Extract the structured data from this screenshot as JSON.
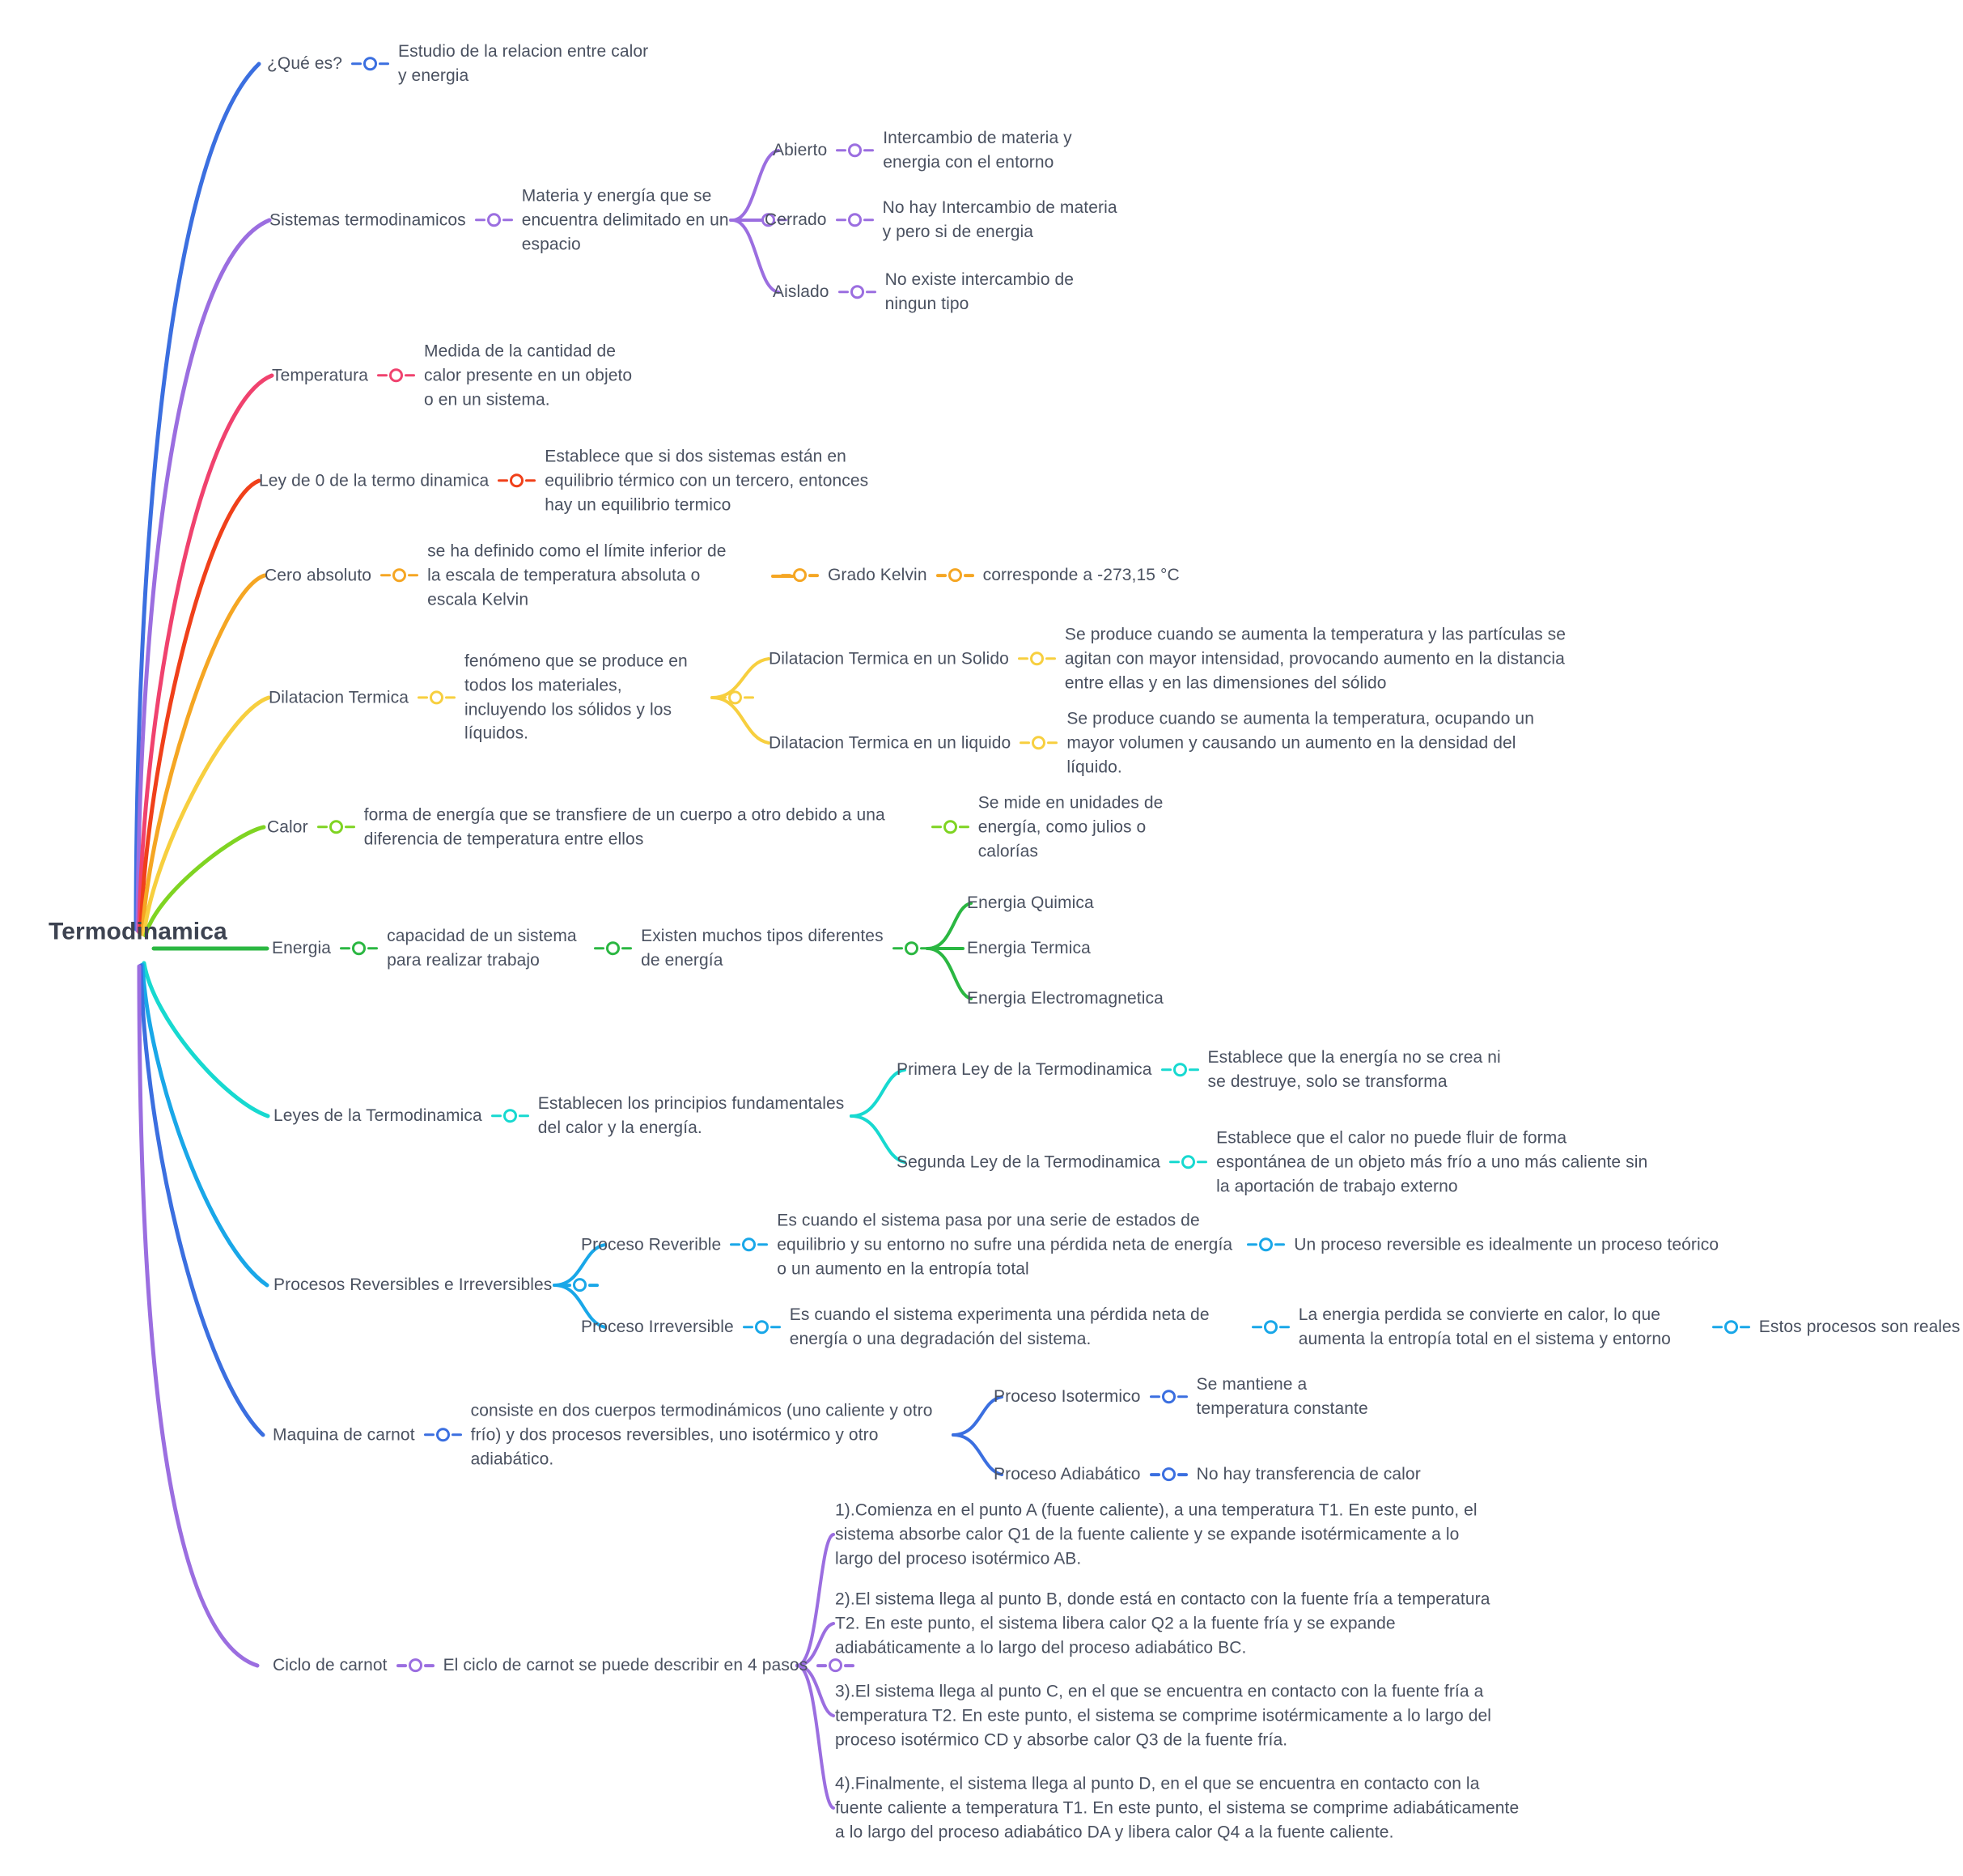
{
  "root": {
    "label": "Termodinamica",
    "color": "#3bb54a"
  },
  "colors": {
    "blue": "#3b6fe0",
    "purple": "#9b6ee0",
    "pink": "#f0426e",
    "red": "#f0401a",
    "orange": "#f5a623",
    "yellow": "#f7cf3f",
    "lightgreen": "#7fd422",
    "green": "#2bb742",
    "teal": "#17d9d0",
    "cyan": "#19a7e8",
    "royal": "#3b6fe0",
    "violet": "#9b6ee0",
    "text": "#4a5160"
  },
  "branches": [
    {
      "id": "que-es",
      "label": "¿Qué es?",
      "color": "#3b6fe0",
      "children": [
        {
          "label": "Estudio de la relacion entre calor y energia"
        }
      ]
    },
    {
      "id": "sistemas",
      "label": "Sistemas termodinamicos",
      "color": "#9b6ee0",
      "children": [
        {
          "label": "Materia y energía que se encuentra delimitado en un espacio",
          "children": [
            {
              "label": "Abierto",
              "children": [
                {
                  "label": "Intercambio de materia y energia con el entorno"
                }
              ]
            },
            {
              "label": "Cerrado",
              "children": [
                {
                  "label": "No hay Intercambio de materia y pero si de energia"
                }
              ]
            },
            {
              "label": "Aislado",
              "children": [
                {
                  "label": "No existe intercambio de ningun tipo"
                }
              ]
            }
          ]
        }
      ]
    },
    {
      "id": "temperatura",
      "label": "Temperatura",
      "color": "#f0426e",
      "children": [
        {
          "label": "Medida de la cantidad de calor presente en un objeto o en un sistema."
        }
      ]
    },
    {
      "id": "ley-cero",
      "label": "Ley de 0 de la termo dinamica",
      "color": "#f0401a",
      "children": [
        {
          "label": "Establece que si dos sistemas están en equilibrio térmico con un tercero, entonces hay un equilibrio termico"
        }
      ]
    },
    {
      "id": "cero-absoluto",
      "label": "Cero absoluto",
      "color": "#f5a623",
      "children": [
        {
          "label": "se ha definido como el límite inferior de la escala de temperatura absoluta o escala Kelvin",
          "children": [
            {
              "label": "Grado Kelvin",
              "children": [
                {
                  "label": "corresponde a -273,15 °C"
                }
              ]
            }
          ]
        }
      ]
    },
    {
      "id": "dilatacion",
      "label": "Dilatacion Termica",
      "color": "#f7cf3f",
      "children": [
        {
          "label": "fenómeno que se produce en todos los materiales, incluyendo los sólidos y los líquidos.",
          "children": [
            {
              "label": "Dilatacion Termica en un Solido",
              "children": [
                {
                  "label": "Se produce cuando se aumenta la temperatura y las partículas se agitan con mayor intensidad, provocando aumento en la distancia entre ellas y  en las dimensiones del sólido"
                }
              ]
            },
            {
              "label": "Dilatacion Termica en un liquido",
              "children": [
                {
                  "label": "Se produce cuando se aumenta la temperatura, ocupando un mayor volumen y causando un aumento en la densidad del líquido."
                }
              ]
            }
          ]
        }
      ]
    },
    {
      "id": "calor",
      "label": "Calor",
      "color": "#7fd422",
      "children": [
        {
          "label": "forma de energía que se transfiere de un cuerpo a otro debido a una diferencia de temperatura entre ellos",
          "children": [
            {
              "label": "Se mide en unidades de energía, como julios o calorías"
            }
          ]
        }
      ]
    },
    {
      "id": "energia",
      "label": "Energia",
      "color": "#2bb742",
      "children": [
        {
          "label": "capacidad de un sistema para realizar trabajo",
          "children": [
            {
              "label": "Existen muchos tipos diferentes de energía",
              "children": [
                {
                  "label": "Energia Quimica"
                },
                {
                  "label": "Energia Termica"
                },
                {
                  "label": "Energia Electromagnetica"
                }
              ]
            }
          ]
        }
      ]
    },
    {
      "id": "leyes",
      "label": "Leyes de la Termodinamica",
      "color": "#17d9d0",
      "children": [
        {
          "label": "Establecen los principios fundamentales del calor y la energía.",
          "children": [
            {
              "label": "Primera Ley de la Termodinamica",
              "children": [
                {
                  "label": "Establece que la energía no se crea ni se destruye, solo se transforma"
                }
              ]
            },
            {
              "label": "Segunda Ley de la Termodinamica",
              "children": [
                {
                  "label": "Establece que el calor no puede fluir de forma espontánea de un objeto más frío a uno más caliente sin la aportación de trabajo externo"
                }
              ]
            }
          ]
        }
      ]
    },
    {
      "id": "procesos",
      "label": "Procesos Reversibles e Irreversibles",
      "color": "#19a7e8",
      "children": [
        {
          "label": "Proceso Reverible",
          "children": [
            {
              "label": "Es cuando el sistema pasa por una serie de estados de equilibrio y su entorno no sufre una pérdida neta de energía o un aumento en la entropía total",
              "children": [
                {
                  "label": "Un proceso reversible es idealmente un proceso teórico"
                }
              ]
            }
          ]
        },
        {
          "label": "Proceso Irreversible",
          "children": [
            {
              "label": "Es cuando  el sistema experimenta una pérdida neta de energía o una degradación del sistema.",
              "children": [
                {
                  "label": "La energia perdida se convierte en calor, lo que aumenta la entropía total en el sistema y entorno",
                  "children": [
                    {
                      "label": "Estos procesos son reales"
                    }
                  ]
                }
              ]
            }
          ]
        }
      ]
    },
    {
      "id": "maquina",
      "label": "Maquina de carnot",
      "color": "#3b6fe0",
      "children": [
        {
          "label": "consiste en dos cuerpos termodinámicos (uno caliente y otro frío) y dos procesos reversibles, uno isotérmico y otro adiabático.",
          "children": [
            {
              "label": "Proceso Isotermico",
              "children": [
                {
                  "label": "Se mantiene a temperatura constante"
                }
              ]
            },
            {
              "label": "Proceso Adiabático",
              "children": [
                {
                  "label": "No hay transferencia de calor"
                }
              ]
            }
          ]
        }
      ]
    },
    {
      "id": "ciclo",
      "label": "Ciclo de carnot",
      "color": "#9b6ee0",
      "children": [
        {
          "label": "El ciclo de carnot se puede describir en 4 pasos",
          "children": [
            {
              "label": "1).Comienza en el punto A (fuente caliente), a una temperatura T1. En este punto, el sistema absorbe calor Q1 de la fuente caliente y se expande isotérmicamente a lo largo del proceso isotérmico AB."
            },
            {
              "label": "2).El sistema llega al punto B, donde está en contacto con la fuente fría a temperatura T2. En este punto, el sistema libera calor Q2 a la fuente fría y se expande adiabáticamente a lo largo del proceso adiabático BC."
            },
            {
              "label": "3).El sistema llega al punto C, en el que se encuentra en contacto con la fuente fría a temperatura T2. En este punto, el sistema se comprime isotérmicamente a lo largo del proceso isotérmico CD y absorbe calor Q3 de la fuente fría."
            },
            {
              "label": "4).Finalmente, el sistema llega al punto D, en el que se encuentra en contacto con la fuente caliente a temperatura T1. En este punto, el sistema se comprime adiabáticamente a lo largo del proceso adiabático DA y libera calor Q4 a la fuente caliente."
            }
          ]
        }
      ]
    }
  ],
  "nodes": {
    "n_que_es": "branches.0.label",
    "n_que_es_d": "branches.0.children.0.label",
    "n_sistemas": "branches.1.label",
    "n_sistemas_d": "branches.1.children.0.label",
    "n_abierto": "branches.1.children.0.children.0.label",
    "n_abierto_d": "branches.1.children.0.children.0.children.0.label",
    "n_cerrado": "branches.1.children.0.children.1.label",
    "n_cerrado_d": "branches.1.children.0.children.1.children.0.label",
    "n_aislado": "branches.1.children.0.children.2.label",
    "n_aislado_d": "branches.1.children.0.children.2.children.0.label"
  }
}
